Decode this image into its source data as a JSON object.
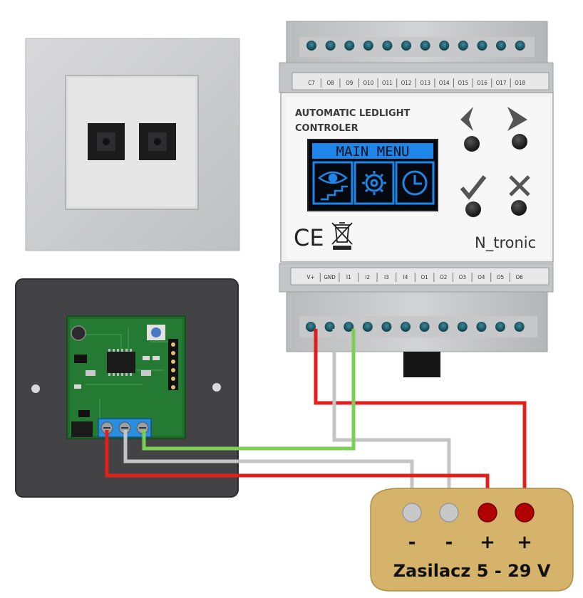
{
  "controller": {
    "title_line1": "AUTOMATIC LEDLIGHT",
    "title_line2": "CONTROLER",
    "screen_header": "MAIN MENU",
    "brand": "N_tronic",
    "ce_mark": "CE",
    "top_terminals": [
      "C7",
      "O8",
      "O9",
      "O10",
      "O11",
      "O12",
      "O13",
      "O14",
      "O15",
      "O16",
      "O17",
      "O18"
    ],
    "bottom_terminals": [
      "V+",
      "GND",
      "I1",
      "I2",
      "I3",
      "I4",
      "O1",
      "O2",
      "O3",
      "O4",
      "O5",
      "O6"
    ]
  },
  "power_supply": {
    "label": "Zasilacz 5 - 29 V",
    "pins": [
      {
        "sign": "-",
        "color": "#c8c8c8"
      },
      {
        "sign": "-",
        "color": "#c8c8c8"
      },
      {
        "sign": "+",
        "color": "#b00000"
      },
      {
        "sign": "+",
        "color": "#b00000"
      }
    ]
  },
  "wires": {
    "red": "#e0201c",
    "grey": "#c4c4c4",
    "green": "#7ccf55"
  },
  "colors": {
    "psu_body": "#d6b36a",
    "pcb": "#1e6b2c",
    "screen_blue": "#1e86e8",
    "plate": "#cfcfd1",
    "dark_plate": "#444446"
  }
}
